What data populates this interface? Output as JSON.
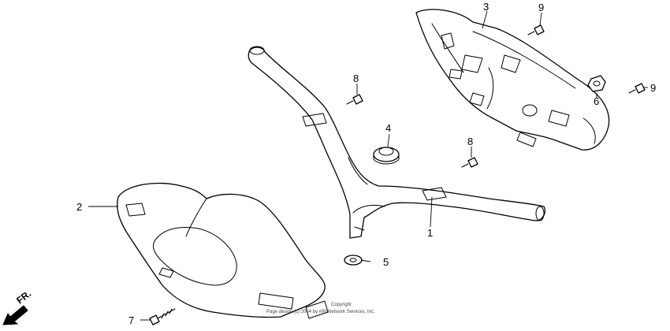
{
  "callouts": {
    "c1": "1",
    "c2": "2",
    "c3": "3",
    "c4": "4",
    "c5": "5",
    "c6": "6",
    "c7": "7",
    "c8a": "8",
    "c8b": "8",
    "c9a": "9",
    "c9b": "9"
  },
  "direction": {
    "label": "FR."
  },
  "copyright": {
    "line1": "Copyright",
    "line2": "Page design (c) 2004 by ARI Network Services, Inc."
  },
  "colors": {
    "line": "#000000",
    "background": "#ffffff"
  }
}
